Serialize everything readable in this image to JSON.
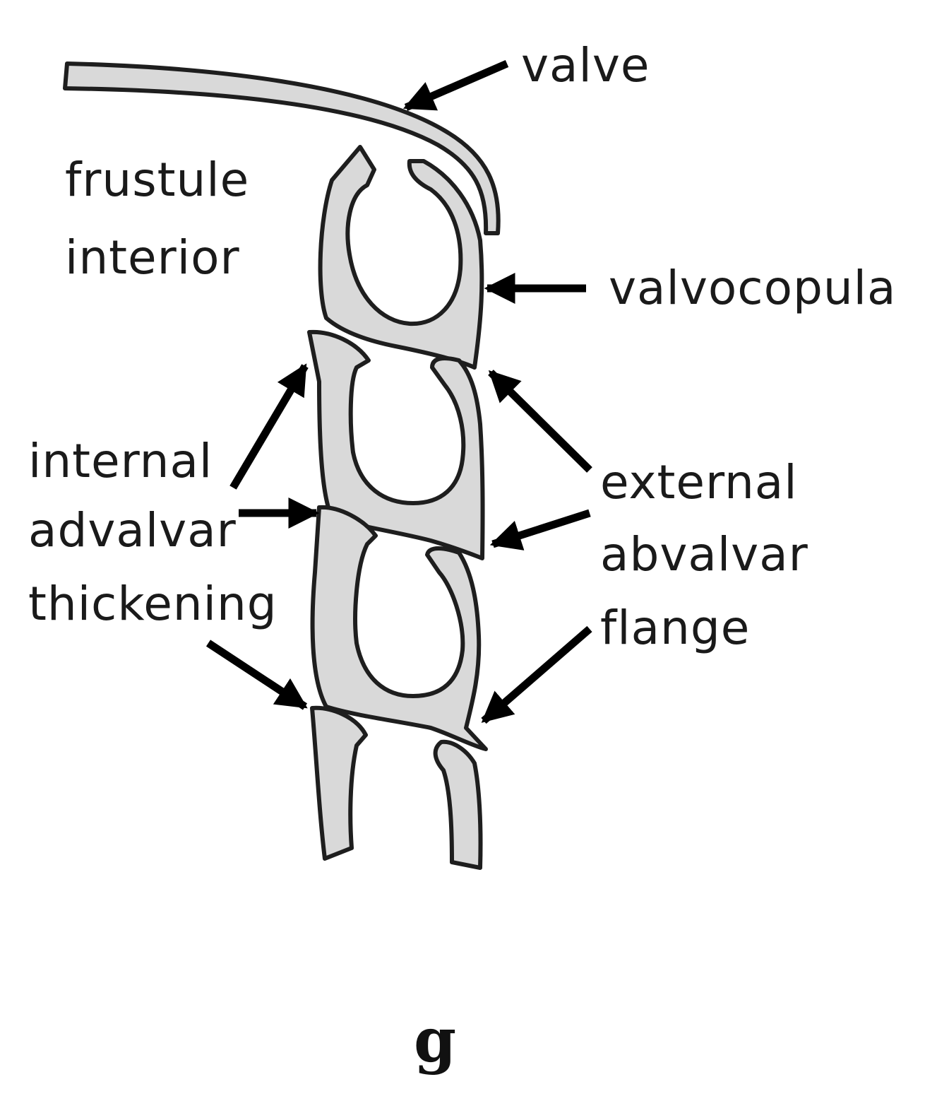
{
  "labels": {
    "valve": "valve",
    "frustule_interior_1": "frustule",
    "frustule_interior_2": "interior",
    "valvocopula": "valvocopula",
    "internal_1": "internal",
    "internal_2": "advalvar",
    "internal_3": "thickening",
    "external_1": "external",
    "external_2": "abvalvar",
    "external_3": "flange"
  },
  "panel_letter": "g",
  "colors": {
    "band_fill": "#d9d9d9",
    "outline": "#1e1e1e",
    "arrow": "#000000",
    "text": "#1a1a1a"
  }
}
